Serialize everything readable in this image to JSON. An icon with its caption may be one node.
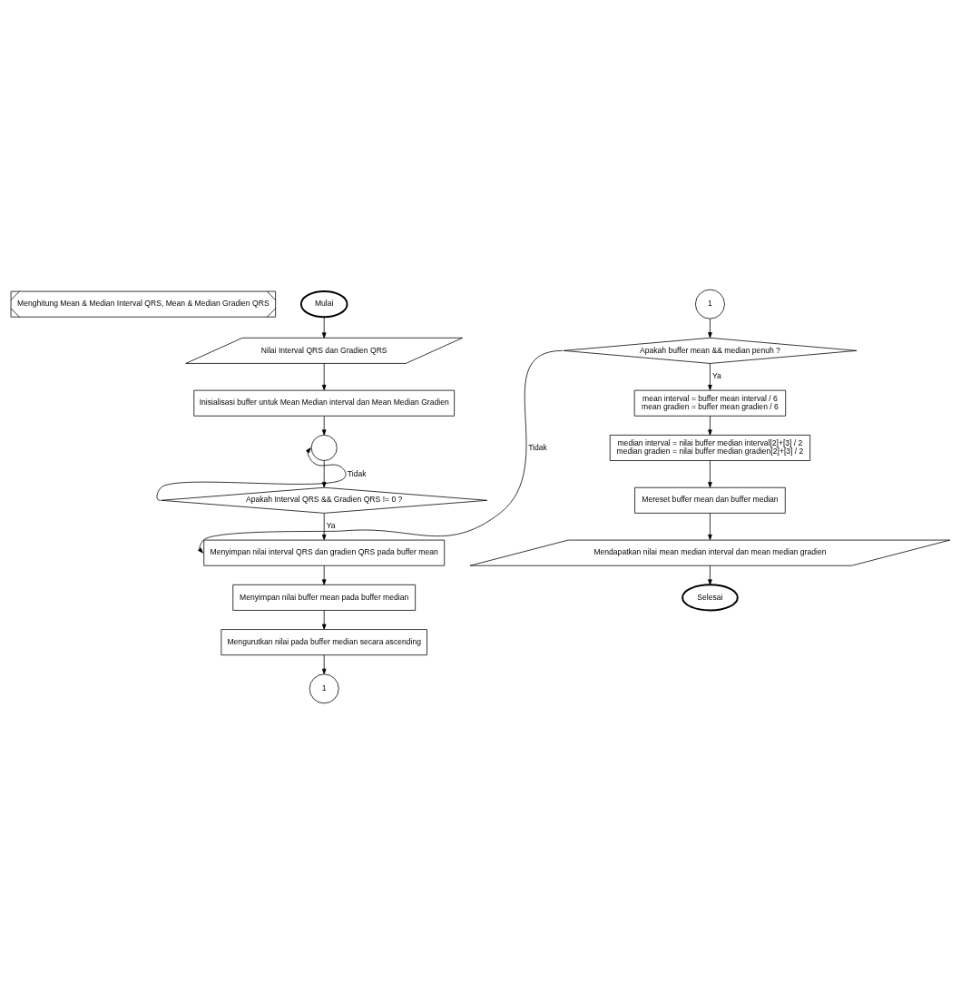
{
  "diagram": {
    "nodes": [
      {
        "text": [
          "Menghitung Mean & Median Interval QRS, Mean & Median Gradien QRS"
        ]
      },
      {
        "text": [
          "Mulai"
        ]
      },
      {
        "text": [
          "Nilai Interval QRS dan Gradien QRS"
        ]
      },
      {
        "text": [
          "Inisialisasi buffer untuk Mean Median interval dan Mean Median Gradien"
        ]
      },
      {
        "text": [],
        "shape": "circle"
      },
      {
        "text": [
          "Apakah Interval QRS && Gradien QRS != 0 ?"
        ]
      },
      {
        "text": [
          "Menyimpan nilai interval QRS dan gradien QRS pada buffer mean"
        ]
      },
      {
        "text": [
          "Menyimpan nilai buffer mean pada buffer median"
        ]
      },
      {
        "text": [
          "Mengurutkan nilai pada buffer median secara ascending"
        ]
      },
      {
        "text": [
          "1"
        ]
      },
      {
        "text": [
          "1"
        ]
      },
      {
        "text": [
          "Apakah buffer mean && median penuh ?"
        ]
      },
      {
        "text": [
          "mean interval = buffer mean interval / 6",
          "mean gradien = buffer mean gradien / 6"
        ]
      },
      {
        "text": [
          "median interval = nilai buffer median interval[2]+[3] / 2",
          "median gradien = nilai buffer median gradien[2]+[3] / 2"
        ]
      },
      {
        "text": [
          "Mereset buffer mean dan buffer median"
        ]
      },
      {
        "text": [
          "Mendapatkan nilai mean median interval dan mean median gradien"
        ]
      },
      {
        "text": [
          "Selesai"
        ]
      }
    ],
    "edges": [
      {
        "from": 1,
        "to": 2,
        "arrow": "to"
      },
      {
        "from": 2,
        "to": 3,
        "arrow": "to"
      },
      {
        "from": 3,
        "to": 4,
        "arrow": "to"
      },
      {
        "from": 4,
        "to": 5,
        "arrow": "to"
      },
      {
        "from": 5,
        "to": 4,
        "arrow": "to",
        "label": "Tidak"
      },
      {
        "from": 5,
        "to": 6,
        "arrow": "to",
        "label": "Ya"
      },
      {
        "from": 6,
        "to": 7,
        "arrow": "to"
      },
      {
        "from": 7,
        "to": 8,
        "arrow": "to"
      },
      {
        "from": 8,
        "to": 9,
        "arrow": "to"
      },
      {
        "from": 10,
        "to": 11,
        "arrow": "to"
      },
      {
        "from": 11,
        "to": 6,
        "arrow": "to",
        "label": "Tidak"
      },
      {
        "from": 11,
        "to": 12,
        "arrow": "to",
        "label": "Ya"
      },
      {
        "from": 12,
        "to": 13,
        "arrow": "to"
      },
      {
        "from": 13,
        "to": 14,
        "arrow": "to"
      },
      {
        "from": 14,
        "to": 15,
        "arrow": "to"
      },
      {
        "from": 15,
        "to": 16,
        "arrow": "to"
      }
    ]
  }
}
